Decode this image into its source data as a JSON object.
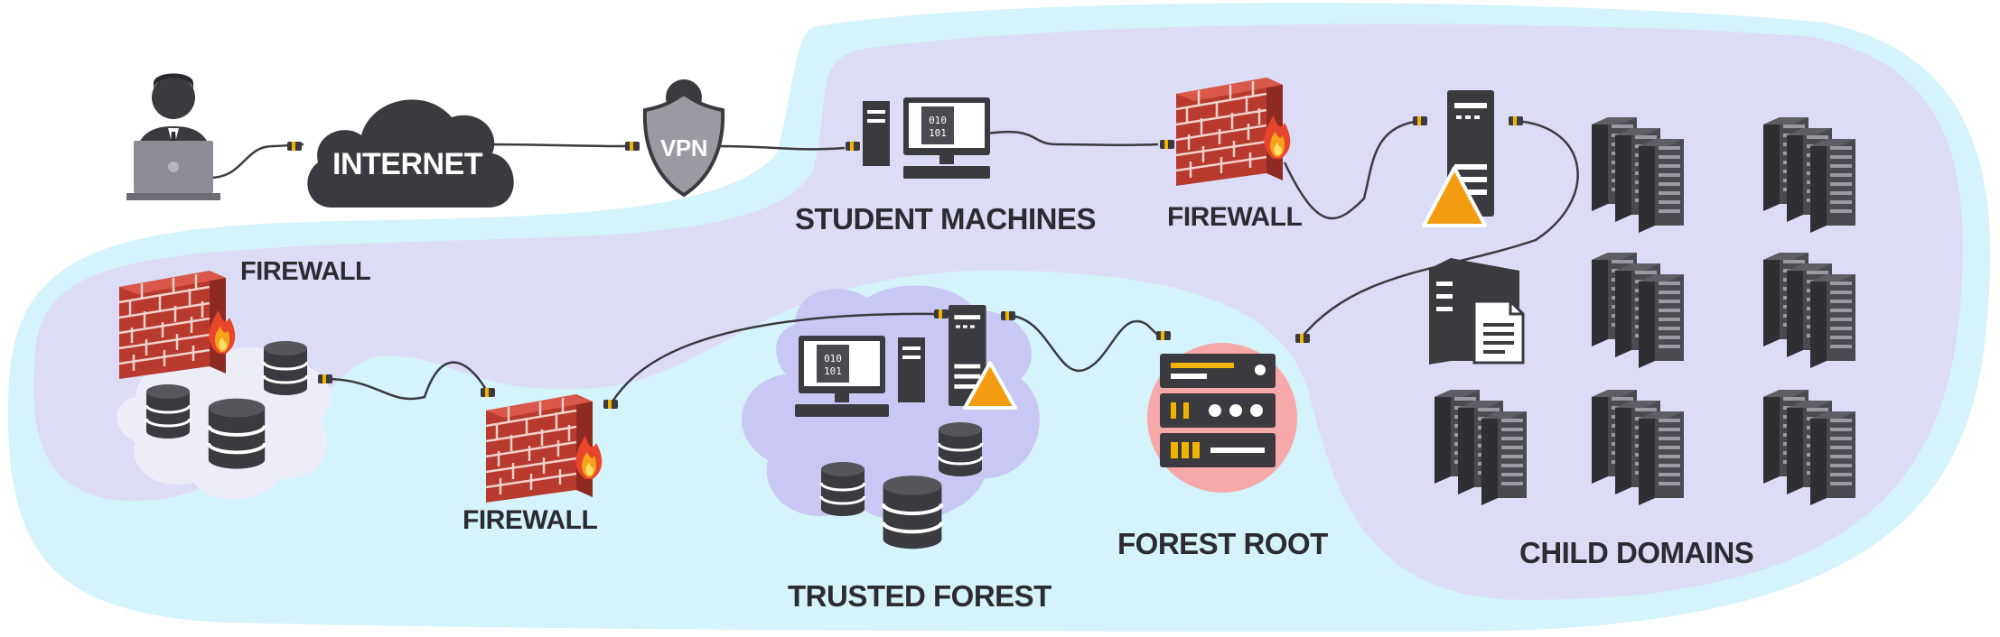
{
  "labels": {
    "internet": "INTERNET",
    "vpn": "VPN",
    "student_machines": "STUDENT MACHINES",
    "firewall_top": "FIREWALL",
    "firewall_left": "FIREWALL",
    "firewall_bottom": "FIREWALL",
    "trusted_forest": "TRUSTED FOREST",
    "forest_root": "FOREST ROOT",
    "child_domains": "CHILD DOMAINS"
  },
  "colors": {
    "outer_region": "#d4f3fa",
    "inner_region": "#dcdcf7",
    "trusted_cloud": "#c9c7f3",
    "left_cloud": "#ededf8",
    "forest_root_circle": "#f7a9a9",
    "dark_icon": "#3a3a3f",
    "brick": "#c0392b",
    "warning": "#f39c12",
    "connector": "#f0b400"
  },
  "icons": [
    "user-icon",
    "laptop-icon",
    "cloud-icon",
    "vpn-shield-icon",
    "desktop-computer-icon",
    "firewall-icon",
    "server-tower-icon",
    "warning-icon",
    "database-icon",
    "document-icon",
    "rack-server-icon"
  ]
}
